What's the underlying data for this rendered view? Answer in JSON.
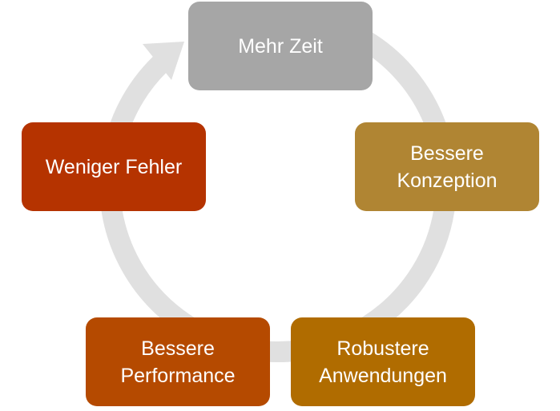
{
  "diagram": {
    "type": "cycle",
    "arrow_color": "#e0e0e0",
    "nodes": [
      {
        "label": "Mehr Zeit",
        "color": "#a6a6a6"
      },
      {
        "label": "Bessere\nKonzeption",
        "color": "#b08533"
      },
      {
        "label": "Robustere\nAnwendungen",
        "color": "#b06c00"
      },
      {
        "label": "Bessere\nPerformance",
        "color": "#b54a00"
      },
      {
        "label": "Weniger Fehler",
        "color": "#b53300"
      }
    ]
  }
}
